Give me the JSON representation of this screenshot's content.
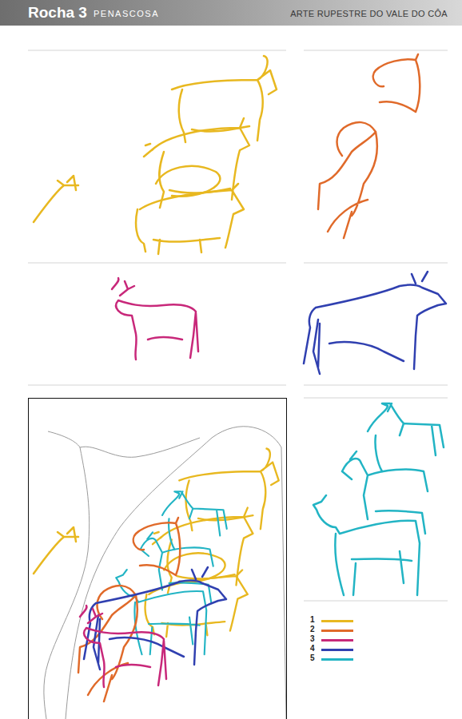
{
  "diagram": {
    "title": "Rocha 3",
    "labels": [
      "PENASCOSA",
      "ARTE RUPESTRE DO VALE DO CÔA"
    ],
    "legend": [
      {
        "text": "1",
        "color": "#e8b820"
      },
      {
        "text": "2",
        "color": "#e06a2a"
      },
      {
        "text": "3",
        "color": "#c8287a"
      },
      {
        "text": "4",
        "color": "#3040b0"
      },
      {
        "text": "5",
        "color": "#22b4c4"
      }
    ]
  }
}
